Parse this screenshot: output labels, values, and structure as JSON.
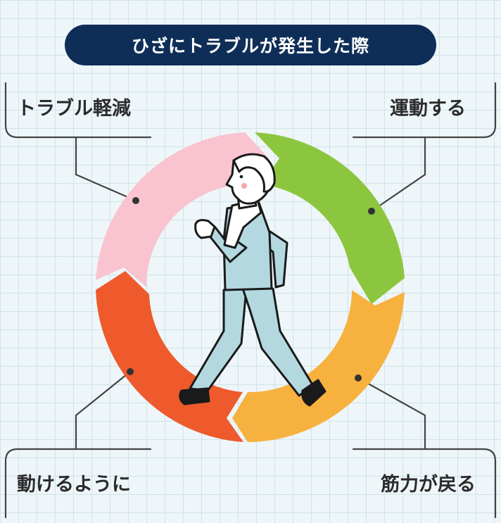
{
  "title": "ひざにトラブルが発生した際",
  "steps": {
    "top_left": "トラブル軽減",
    "top_right": "運動する",
    "bottom_right": "筋力が戻る",
    "bottom_left": "動けるように"
  },
  "colors": {
    "title_bg": "#0f2e57",
    "segment_pink": "#f9c4cf",
    "segment_green": "#8cc63f",
    "segment_orange": "#f7b13f",
    "segment_red": "#ee5a2c",
    "person_clothes": "#b3d8e0"
  },
  "icons": [
    "walking-elderly-man-illustration",
    "cycle-arrow-ring"
  ]
}
